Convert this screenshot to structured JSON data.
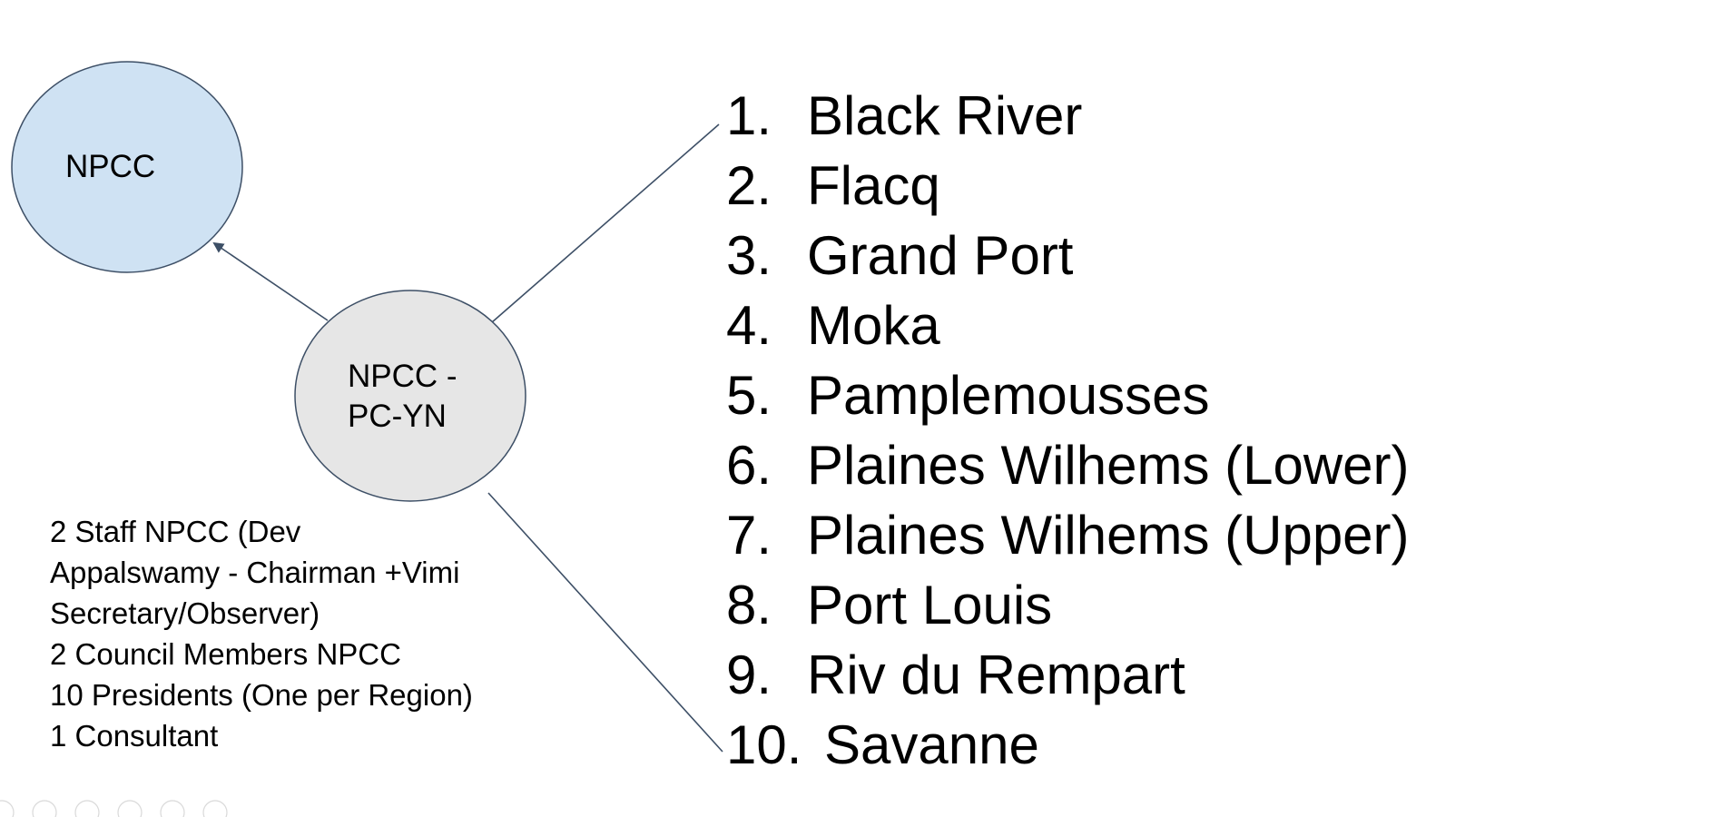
{
  "diagram": {
    "nodes": {
      "npcc": {
        "label": "NPCC",
        "fill": "#cfe2f3",
        "stroke": "#3d4f66"
      },
      "pcyn": {
        "label": "NPCC -\nPC-YN",
        "fill": "#e6e6e6",
        "stroke": "#3d4f66"
      }
    },
    "connector_color": "#3d4f66",
    "members": [
      "2 Staff NPCC (Dev",
      "Appalswamy - Chairman +Vimi",
      "Secretary/Observer)",
      "2 Council Members NPCC",
      "10 Presidents (One per Region)",
      "1 Consultant"
    ],
    "regions": [
      {
        "num": "1.",
        "name": "Black River"
      },
      {
        "num": "2.",
        "name": "Flacq"
      },
      {
        "num": "3.",
        "name": "Grand Port"
      },
      {
        "num": "4.",
        "name": "Moka"
      },
      {
        "num": "5.",
        "name": "Pamplemousses"
      },
      {
        "num": "6.",
        "name": "Plaines Wilhems (Lower)"
      },
      {
        "num": "7.",
        "name": "Plaines Wilhems (Upper)"
      },
      {
        "num": "8.",
        "name": "Port Louis"
      },
      {
        "num": "9.",
        "name": "Riv du Rempart"
      },
      {
        "num": "10.",
        "name": "Savanne"
      }
    ]
  }
}
